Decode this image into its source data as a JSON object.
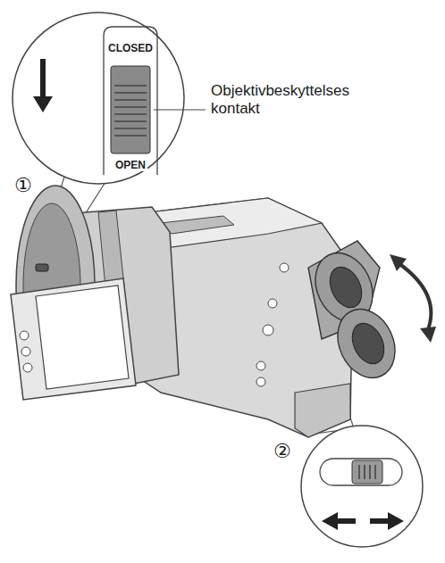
{
  "diagram": {
    "labels": [
      "CLOSED",
      "OPEN",
      "Objektivbeskyttelses kontakt",
      "①",
      "②"
    ]
  }
}
